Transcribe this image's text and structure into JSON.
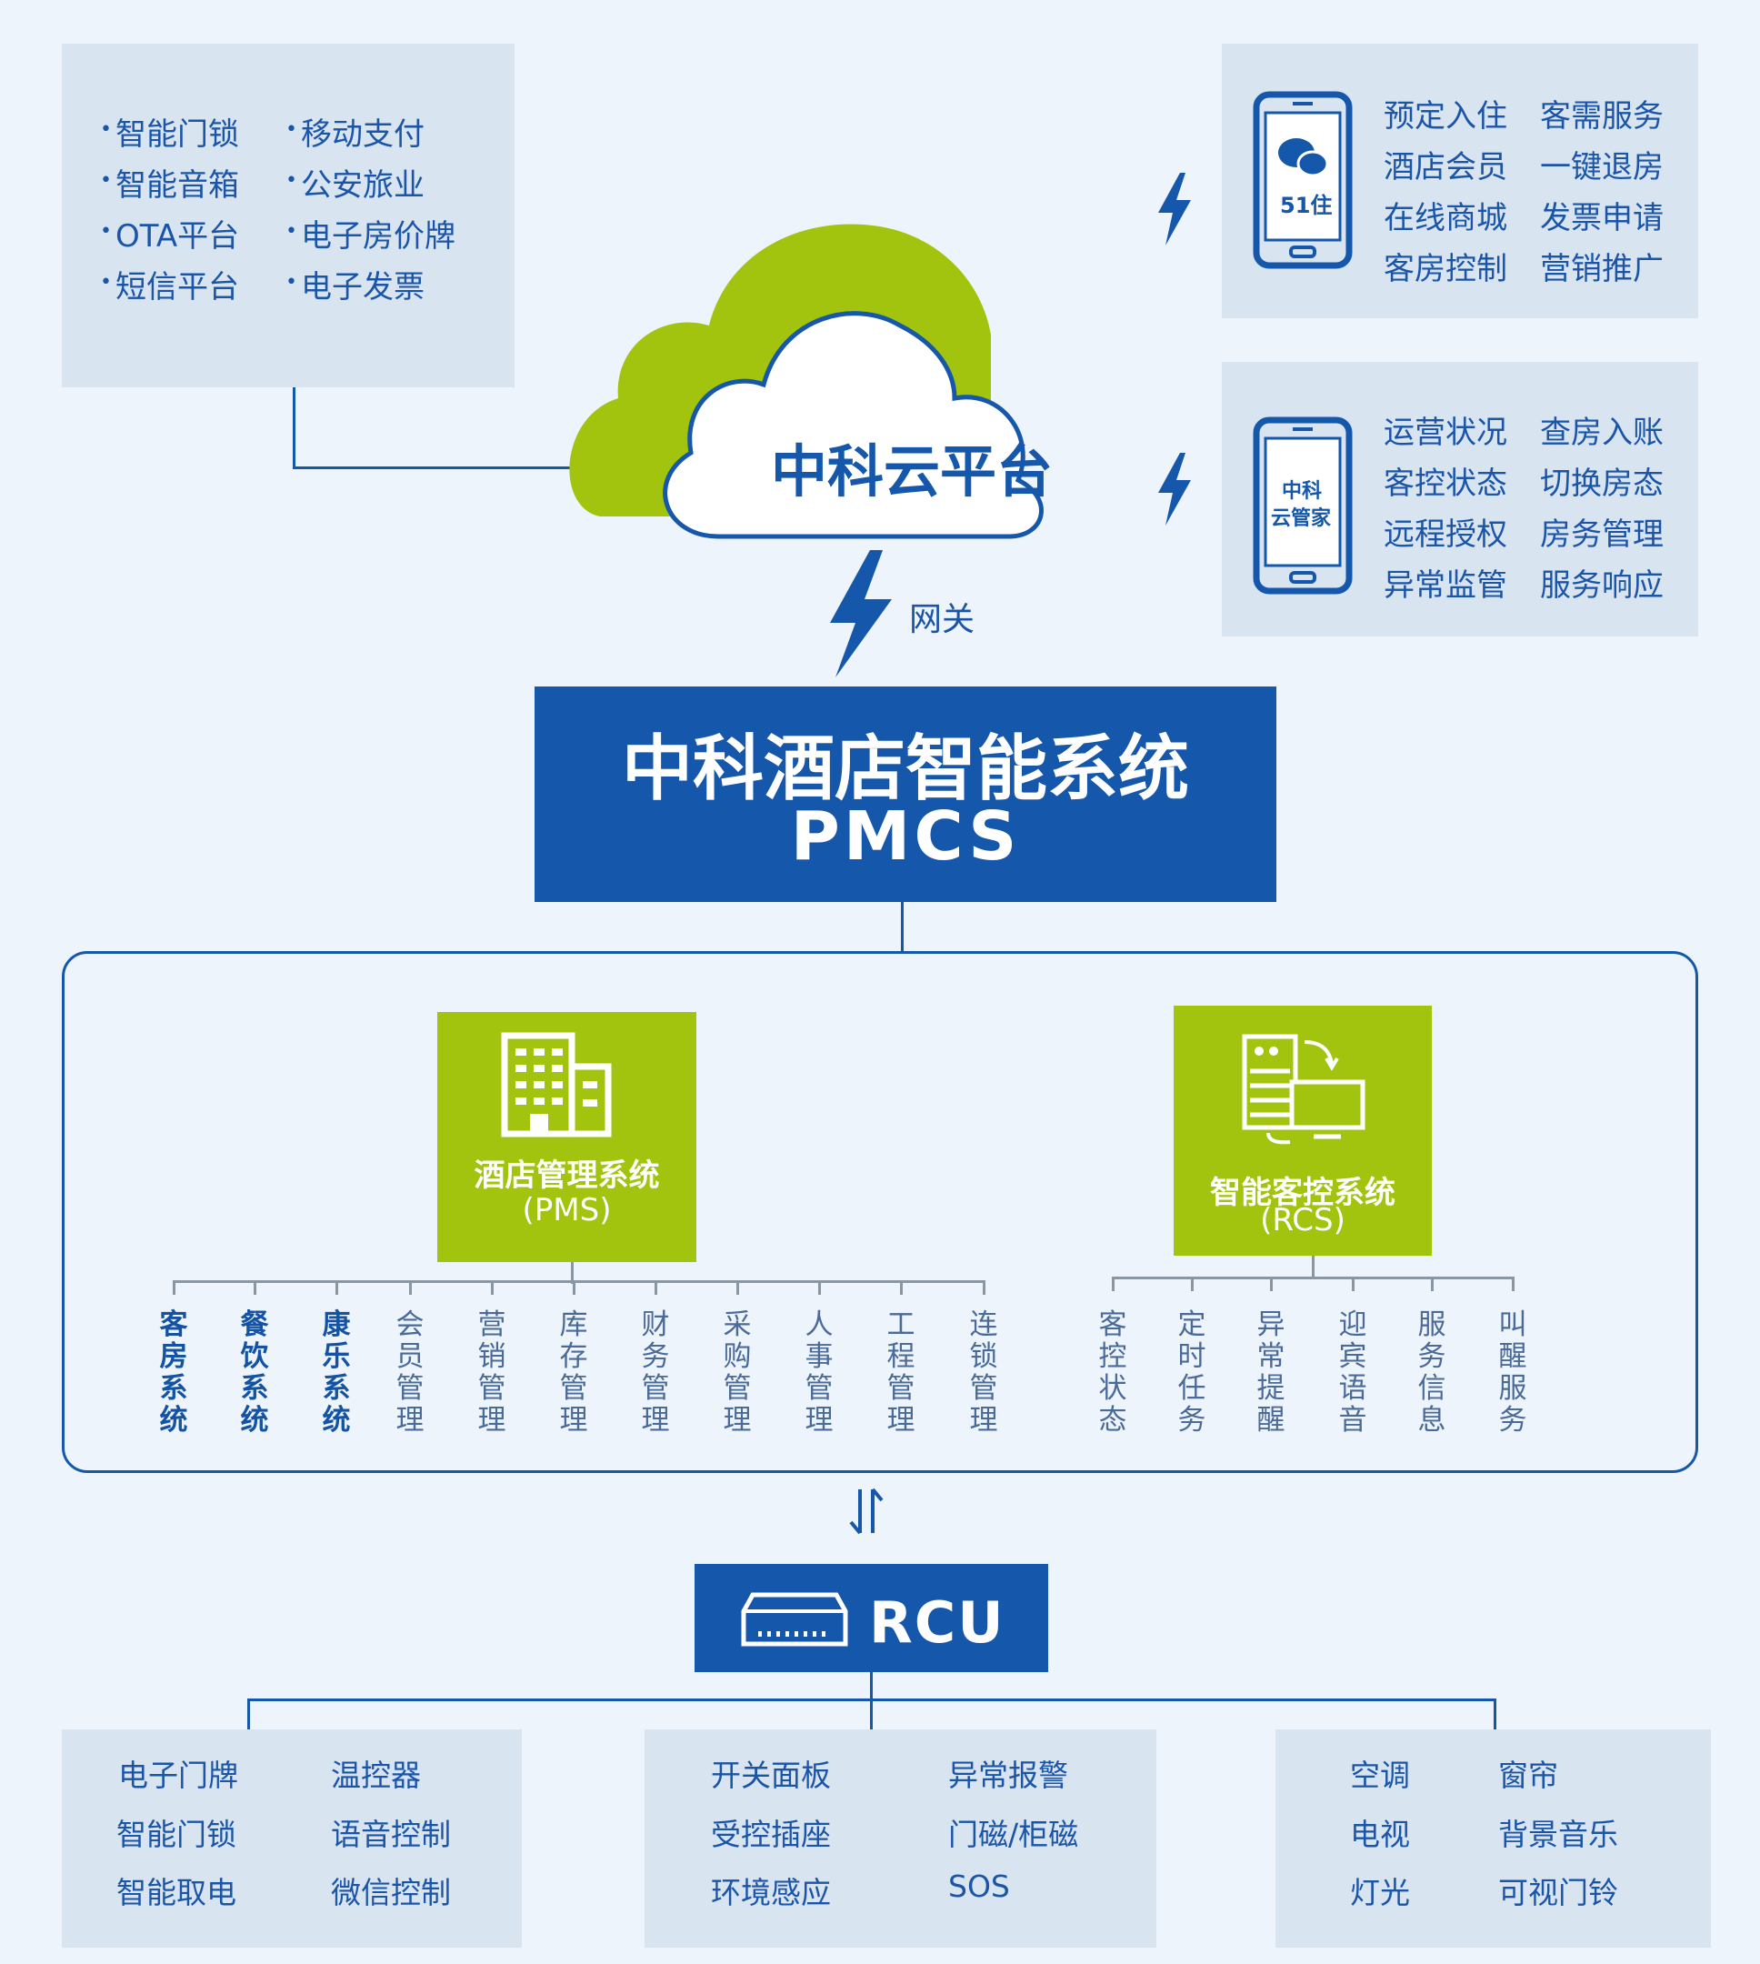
{
  "top_left_panel": {
    "items": [
      "智能门锁",
      "移动支付",
      "智能音箱",
      "公安旅业",
      "OTA平台",
      "电子房价牌",
      "短信平台",
      "电子发票"
    ]
  },
  "cloud": {
    "title": "中科云平台"
  },
  "gateway": {
    "label": "网关"
  },
  "phone_51": {
    "app_label": "51住",
    "functions": [
      "预定入住",
      "客需服务",
      "酒店会员",
      "一键退房",
      "在线商城",
      "发票申请",
      "客房控制",
      "营销推广"
    ]
  },
  "phone_steward": {
    "app_label_line1": "中科",
    "app_label_line2": "云管家",
    "functions": [
      "运营状况",
      "查房入账",
      "客控状态",
      "切换房态",
      "远程授权",
      "房务管理",
      "异常监管",
      "服务响应"
    ]
  },
  "pmcs": {
    "title": "中科酒店智能系统",
    "subtitle": "PMCS"
  },
  "pms": {
    "title": "酒店管理系统",
    "abbr": "(PMS)",
    "modules": [
      "客房系统",
      "餐饮系统",
      "康乐系统",
      "会员管理",
      "营销管理",
      "库存管理",
      "财务管理",
      "采购管理",
      "人事管理",
      "工程管理",
      "连锁管理"
    ]
  },
  "rcs": {
    "title": "智能客控系统",
    "abbr": "(RCS)",
    "modules": [
      "客控状态",
      "定时任务",
      "异常提醒",
      "迎宾语音",
      "服务信息",
      "叫醒服务"
    ]
  },
  "rcu": {
    "label": "RCU"
  },
  "rcu_groups": [
    {
      "items": [
        "电子门牌",
        "温控器",
        "智能门锁",
        "语音控制",
        "智能取电",
        "微信控制"
      ]
    },
    {
      "items": [
        "开关面板",
        "异常报警",
        "受控插座",
        "门磁/柜磁",
        "环境感应",
        "SOS"
      ]
    },
    {
      "items": [
        "空调",
        "窗帘",
        "电视",
        "背景音乐",
        "灯光",
        "可视门铃"
      ]
    }
  ],
  "colors": {
    "primary_blue": "#1557ab",
    "green": "#a2c40f",
    "panel": "#d9e4f1",
    "background": "#eef4fb"
  }
}
